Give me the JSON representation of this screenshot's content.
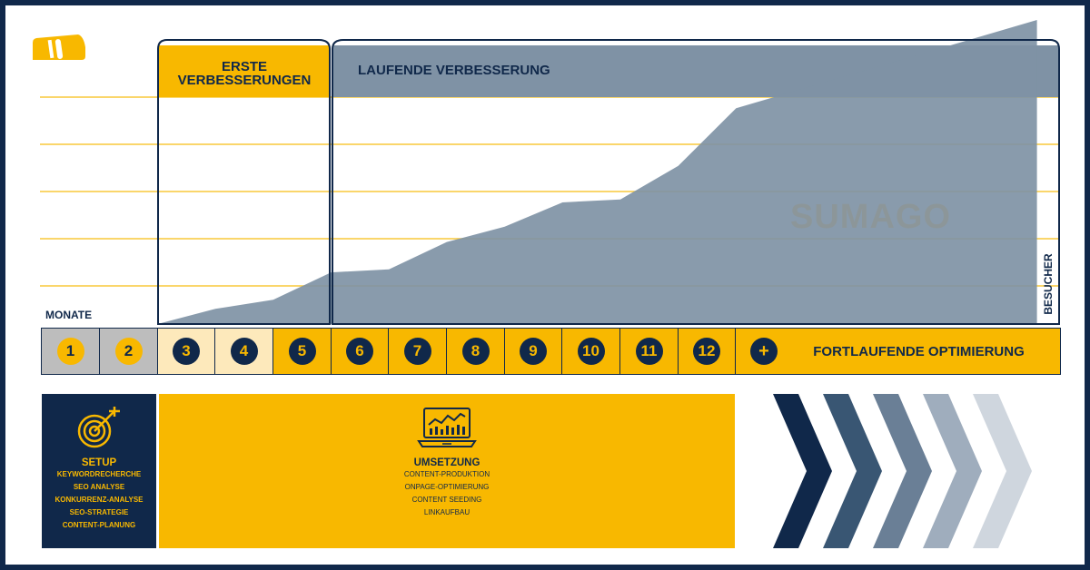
{
  "phases": {
    "first": "ERSTE VERBESSERUNGEN",
    "ongoing": "LAUFENDE VERBESSERUNG"
  },
  "axis": {
    "x_label": "MONATE",
    "y_label": "BESUCHER"
  },
  "watermark": "SUMAGO",
  "months": [
    "1",
    "2",
    "3",
    "4",
    "5",
    "6",
    "7",
    "8",
    "9",
    "10",
    "11",
    "12"
  ],
  "final": {
    "symbol": "+",
    "label": "FORTLAUFENDE OPTIMIERUNG"
  },
  "setup": {
    "title": "SETUP",
    "items": [
      "KEYWORDRECHERCHE",
      "SEO ANALYSE",
      "KONKURRENZ-ANALYSE",
      "SEO-STRATEGIE",
      "CONTENT-PLANUNG"
    ]
  },
  "umsetzung": {
    "title": "UMSETZUNG",
    "items": [
      "CONTENT-PRODUKTION",
      "ONPAGE-OPTIMIERUNG",
      "CONTENT SEEDING",
      "LINKAUFBAU"
    ]
  },
  "colors": {
    "navy": "#10284a",
    "gold": "#f8b800",
    "area": "#7f92a5",
    "cream": "#fde9bb",
    "grey": "#bdbdbd"
  },
  "icons": [
    "logo-icon",
    "target-icon",
    "laptop-chart-icon",
    "chevron-arrows-icon"
  ],
  "chart_data": {
    "type": "area",
    "x": [
      "3",
      "4",
      "5",
      "6",
      "7",
      "8",
      "9",
      "10",
      "11",
      "12",
      "+"
    ],
    "values": [
      0,
      5,
      8,
      17,
      18,
      27,
      32,
      40,
      41,
      52,
      71,
      100
    ],
    "x_points": [
      2.0,
      3.0,
      4.0,
      5.0,
      6.0,
      7.0,
      8.0,
      9.0,
      10.0,
      11.0,
      12.0,
      17.2
    ],
    "xlabel": "MONATE",
    "ylabel": "BESUCHER",
    "grid": true
  }
}
